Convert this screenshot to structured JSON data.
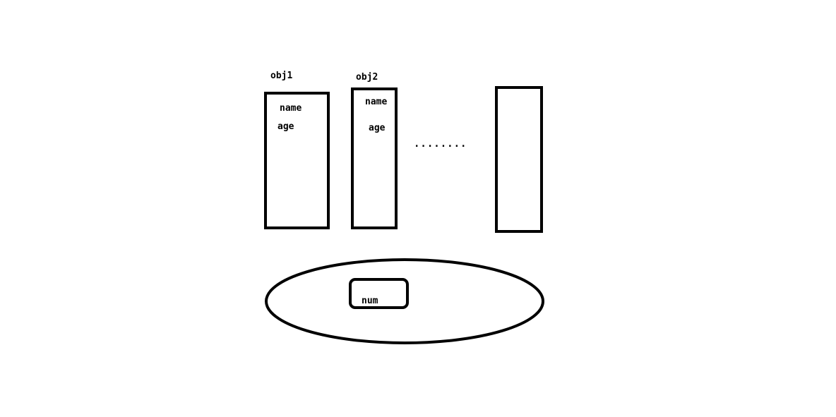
{
  "objects": [
    {
      "title": "obj1",
      "fields": [
        "name",
        "age"
      ]
    },
    {
      "title": "obj2",
      "fields": [
        "name",
        "age"
      ]
    },
    {
      "title": "",
      "fields": []
    }
  ],
  "ellipsis": "........",
  "shared": {
    "field": "num"
  },
  "colors": {
    "stroke": "#000000",
    "background": "#ffffff"
  }
}
